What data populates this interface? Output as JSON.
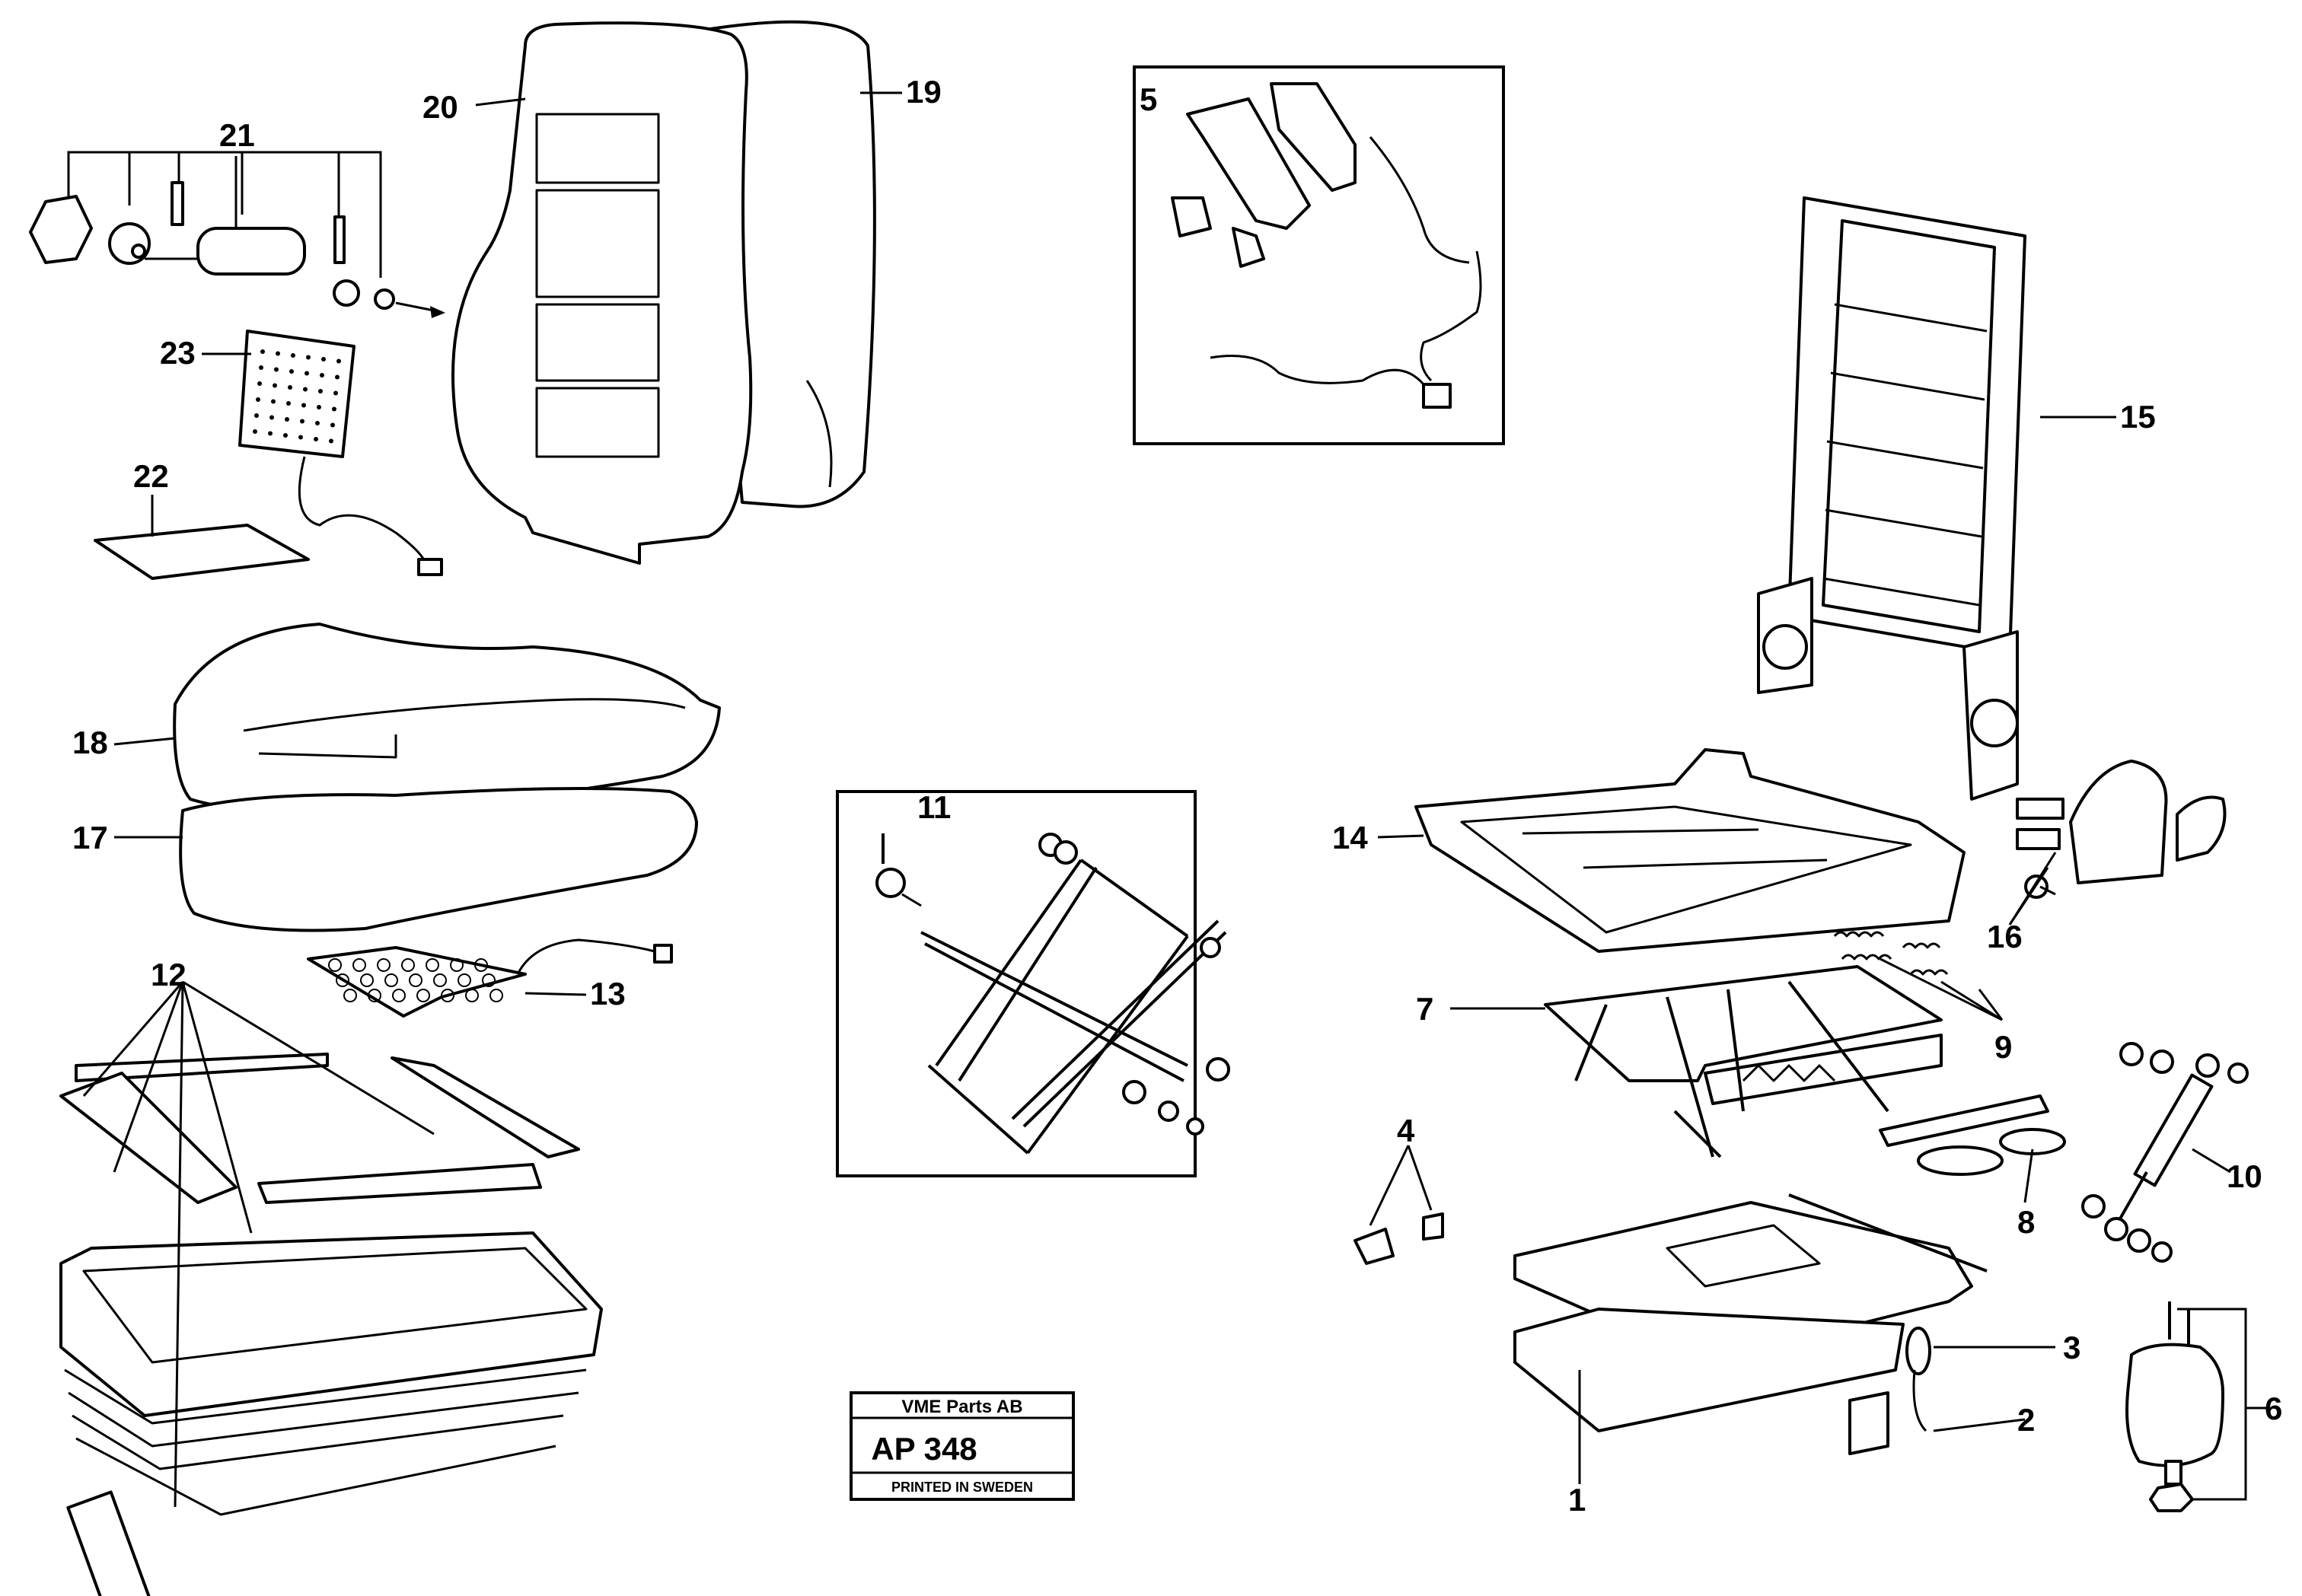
{
  "labels": {
    "l1": "1",
    "l2": "2",
    "l3": "3",
    "l4": "4",
    "l5": "5",
    "l6": "6",
    "l7": "7",
    "l8": "8",
    "l9": "9",
    "l10": "10",
    "l11": "11",
    "l12": "12",
    "l13": "13",
    "l14": "14",
    "l15": "15",
    "l16": "16",
    "l17": "17",
    "l18": "18",
    "l19": "19",
    "l20": "20",
    "l21": "21",
    "l22": "22",
    "l23": "23"
  },
  "stamp": {
    "company": "VME Parts AB",
    "code": "AP 348",
    "printed": "PRINTED IN SWEDEN"
  }
}
